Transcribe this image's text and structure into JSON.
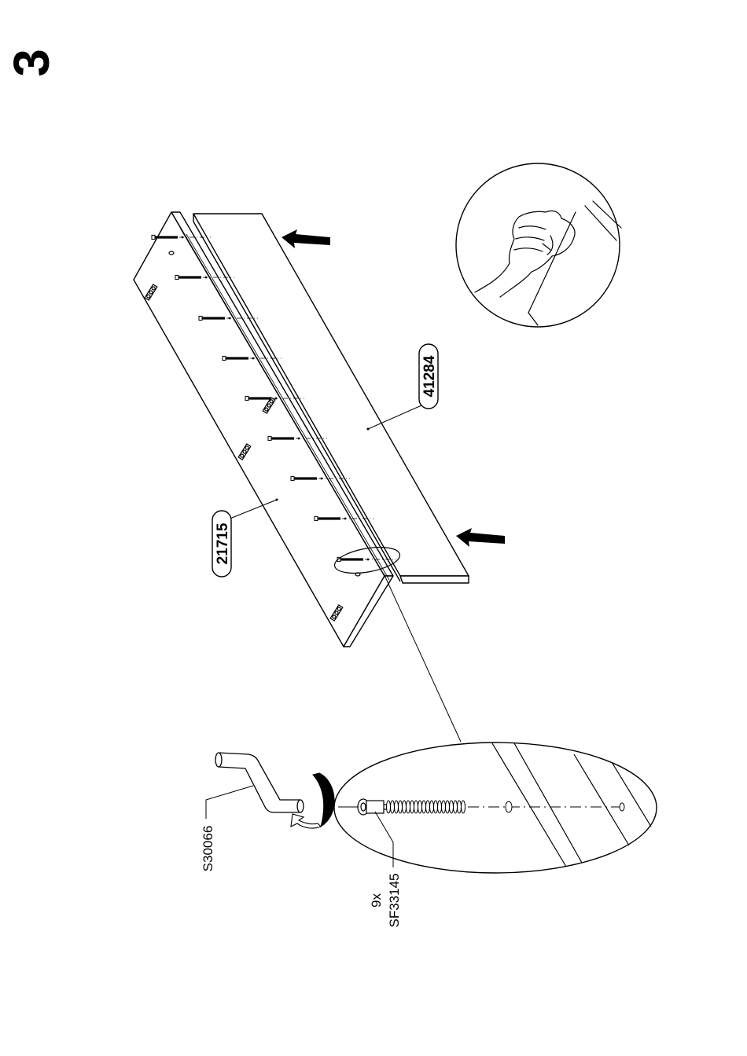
{
  "step": {
    "number": "3"
  },
  "parts": {
    "back_panel": {
      "code": "21715"
    },
    "shelf_panel": {
      "code": "41284"
    },
    "tool": {
      "code": "S30066"
    },
    "screw": {
      "quantity": "9x",
      "code": "SF33145"
    }
  },
  "icons": [
    "arrow-icon",
    "hex-key-icon",
    "rotate-arrow-icon",
    "screw-icon",
    "hand-icon"
  ],
  "colors": {
    "ink": "#000000",
    "paper": "#ffffff"
  }
}
